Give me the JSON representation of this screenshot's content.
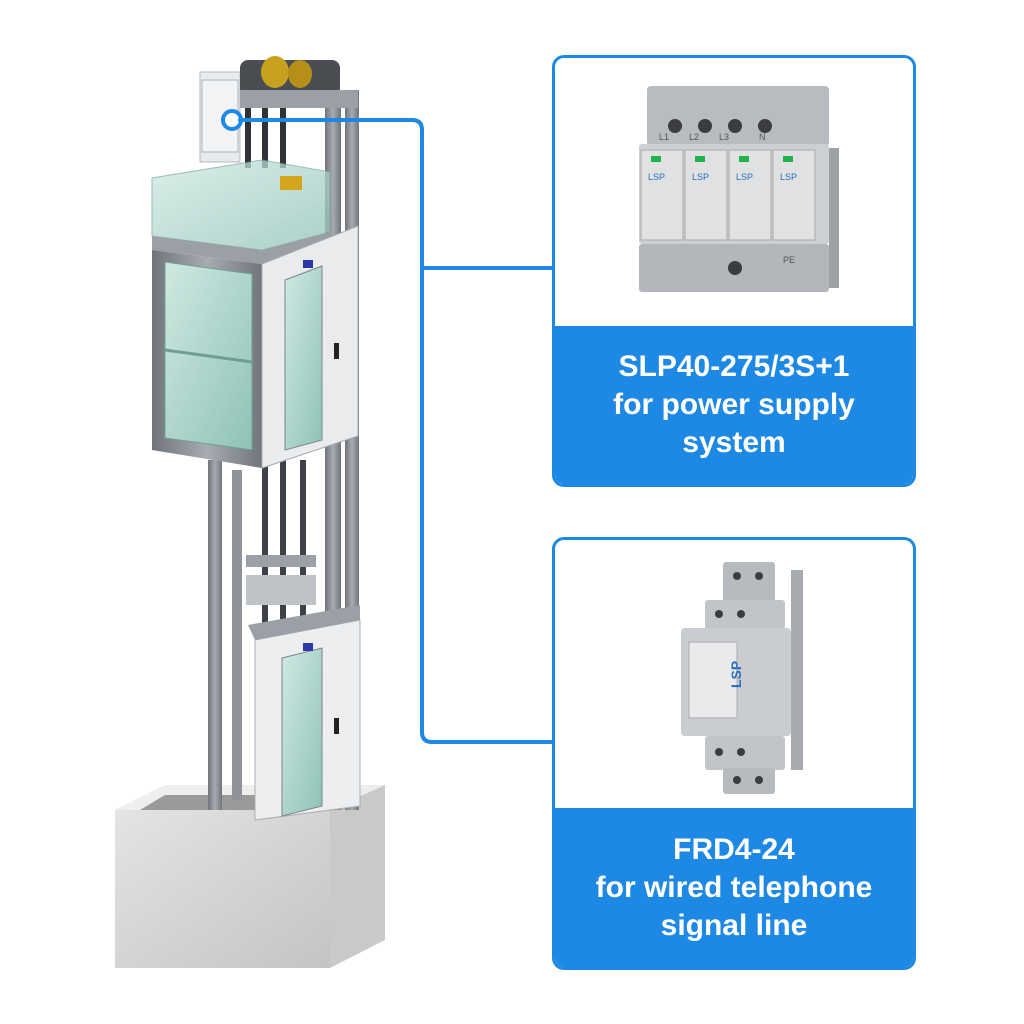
{
  "products": [
    {
      "model": "SLP40-275/3S+1",
      "desc_line1": "for power supply",
      "desc_line2": "system",
      "terminals": [
        "L1",
        "L2",
        "L3",
        "N"
      ],
      "ground_label": "PE",
      "brand": "LSP"
    },
    {
      "model": "FRD4-24",
      "desc_line1": "for wired telephone",
      "desc_line2": "signal line",
      "brand": "LSP"
    }
  ],
  "colors": {
    "accent": "#1e88e5",
    "steel": "#8a8f96",
    "glass": "#b9ded6",
    "concrete": "#d8d8d8"
  }
}
